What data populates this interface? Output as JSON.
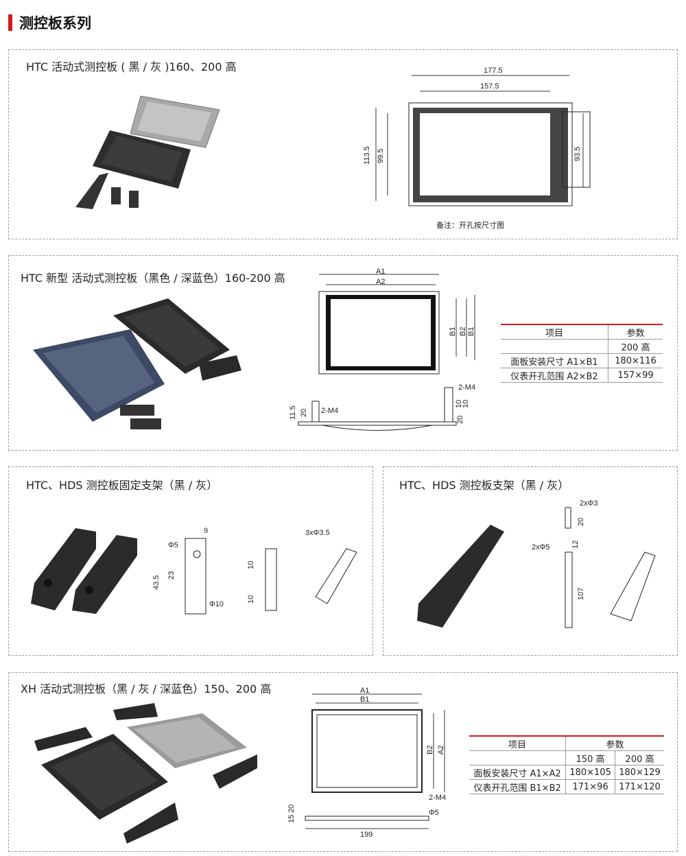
{
  "page_title": "测控板系列",
  "colors": {
    "accent": "#d7191c",
    "panel_black": "#2a2a2a",
    "panel_gray": "#9a9a9a",
    "panel_blue": "#3c4a66"
  },
  "s1": {
    "title": "HTC 活动式测控板 ( 黑 / 灰 )160、200 高",
    "dims": {
      "w_outer": "177.5",
      "w_inner": "157.5",
      "h_outer": "113.5",
      "h_inner": "99.5",
      "h_side": "93.5"
    },
    "note": "备注：开孔按尺寸图"
  },
  "s2": {
    "title": "HTC 新型 活动式测控板（黑色 / 深蓝色）160-200 高",
    "dims": {
      "a1": "A1",
      "a2": "A2",
      "b1": "B1",
      "b2": "B2",
      "b1b": "B1",
      "m4a": "2-M4",
      "h115": "11.5",
      "h20": "20",
      "m4b": "2-M4",
      "t10a": "10",
      "t10b": "10",
      "t20": "20"
    },
    "table": {
      "col1": "项目",
      "col2": "参数",
      "sub": "200 高",
      "rows": [
        {
          "label": "面板安装尺寸 A1×B1",
          "v": "180×116"
        },
        {
          "label": "仪表开孔范围 A2×B2",
          "v": "157×99"
        }
      ]
    }
  },
  "s3a": {
    "title": "HTC、HDS 测控板固定支架（黑 / 灰）",
    "dims": {
      "d9": "9",
      "phi5": "Φ5",
      "d23": "23",
      "d435": "43.5",
      "phi10": "Φ10",
      "holes": "3xΦ3.5",
      "d10a": "10",
      "d10b": "10"
    }
  },
  "s3b": {
    "title": "HTC、HDS 测控板支架（黑 / 灰）",
    "dims": {
      "holes3": "2xΦ3",
      "d20": "20",
      "holes5": "2xΦ5",
      "d12": "12",
      "d107": "107"
    }
  },
  "s4": {
    "title": "XH 活动式测控板（黑 / 灰 / 深蓝色）150、200 高",
    "dims": {
      "a1": "A1",
      "b1": "B1",
      "b2": "B2",
      "a2": "A2",
      "m4": "2-M4",
      "phi5": "Φ5",
      "d15": "15",
      "d20": "20",
      "d199": "199"
    },
    "table": {
      "col1": "项目",
      "col2": "参数",
      "sub1": "150 高",
      "sub2": "200 高",
      "rows": [
        {
          "label": "面板安装尺寸 A1×A2",
          "v1": "180×105",
          "v2": "180×129"
        },
        {
          "label": "仪表开孔范围 B1×B2",
          "v1": "171×96",
          "v2": "171×120"
        }
      ]
    }
  }
}
